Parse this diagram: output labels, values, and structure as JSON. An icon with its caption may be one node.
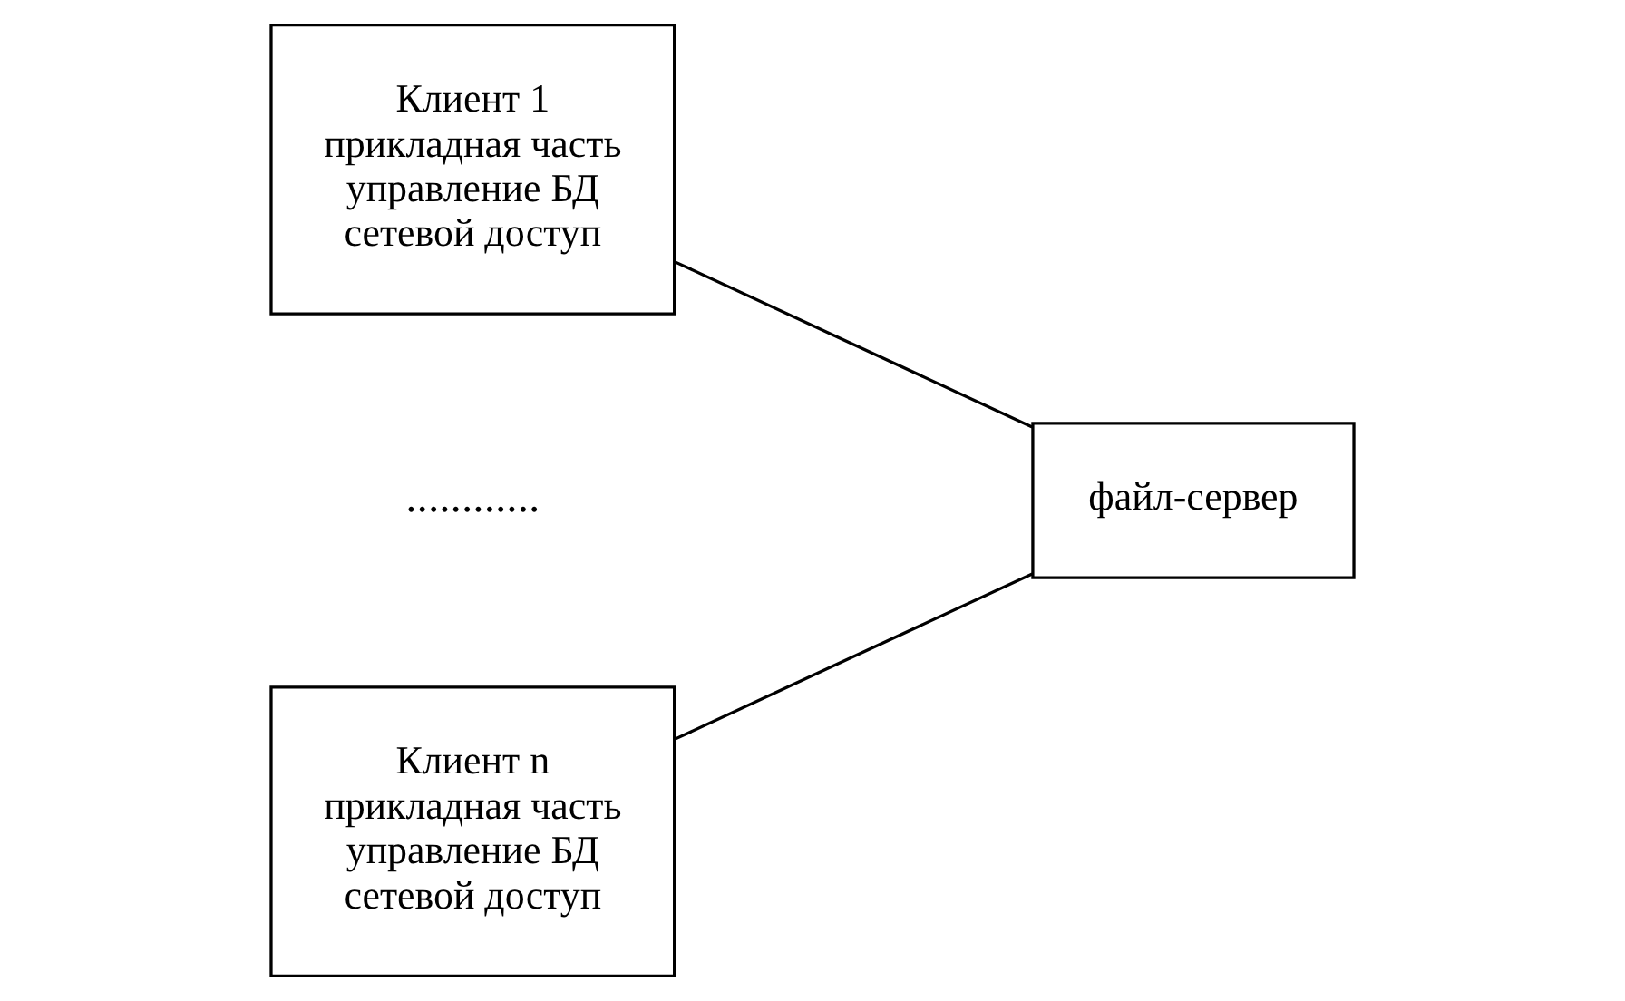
{
  "diagram": {
    "nodes": [
      {
        "text": [
          "Клиент 1",
          "прикладная часть",
          "управление БД",
          "сетевой доступ"
        ]
      },
      {
        "text": [
          "Клиент n",
          "прикладная часть",
          "управление БД",
          "сетевой доступ"
        ]
      },
      {
        "text": [
          "файл-сервер"
        ]
      }
    ],
    "edges": [
      {
        "from": 0,
        "to": 2,
        "arrow": "none"
      },
      {
        "from": 1,
        "to": 2,
        "arrow": "none"
      }
    ],
    "labels": [
      "............"
    ]
  }
}
